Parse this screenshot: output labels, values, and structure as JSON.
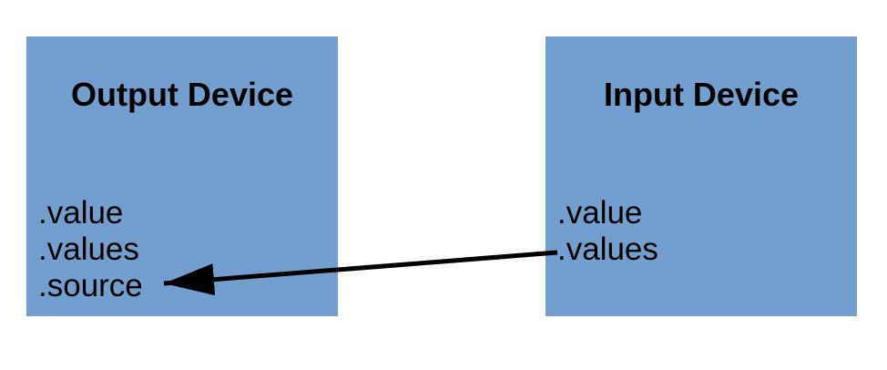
{
  "colors": {
    "background": "#ffffff",
    "box_fill": "#729fcf",
    "text": "#000000",
    "arrow": "#000000"
  },
  "boxes": [
    {
      "title": "Output Device",
      "members": [
        ".value",
        ".values",
        ".source"
      ]
    },
    {
      "title": "Input Device",
      "members": [
        ".value",
        ".values"
      ]
    }
  ],
  "arrow": {
    "from_box": "Input Device",
    "from_member": ".values",
    "to_box": "Output Device",
    "to_member": ".source"
  }
}
